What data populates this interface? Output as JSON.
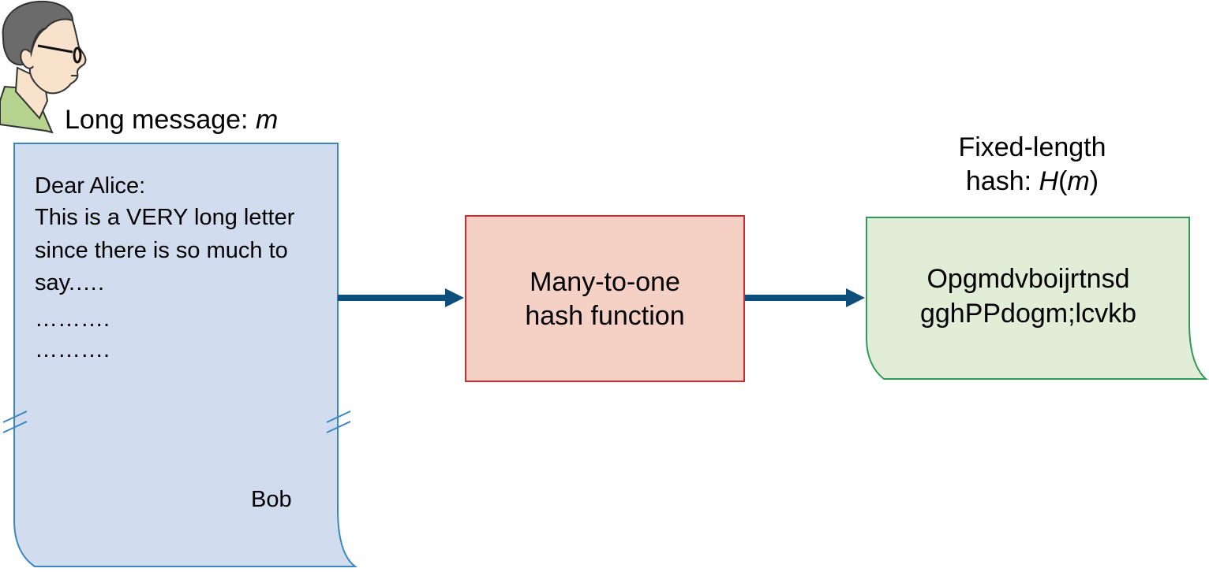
{
  "message": {
    "title_prefix": "Long message: ",
    "title_variable": "m",
    "letter_lines": [
      "Dear Alice:",
      "This is a VERY long letter",
      "since there is so much to",
      "say.….",
      "……….",
      "………."
    ],
    "signature": "Bob"
  },
  "hash_function": {
    "label_lines": [
      "Many-to-one",
      "hash function"
    ]
  },
  "hash_output": {
    "title_line1": "Fixed-length",
    "title_line2_prefix": "hash: ",
    "title_line2_function": "H",
    "title_line2_open": "(",
    "title_line2_variable": "m",
    "title_line2_close": ")",
    "value_lines": [
      "Opgmdvboijrtnsd",
      "gghPPdogm;lcvkb"
    ]
  },
  "colors": {
    "letter_fill": "#d1ddef",
    "letter_stroke": "#3a87c0",
    "function_fill": "#f5d0c5",
    "function_stroke": "#d42a2f",
    "output_fill": "#e1edd6",
    "output_stroke": "#2f9a55",
    "arrow": "#0d4f7c",
    "person_hair": "#6b6b6b",
    "person_skin": "#f8e2cc",
    "person_shirt": "#b5d28e"
  }
}
